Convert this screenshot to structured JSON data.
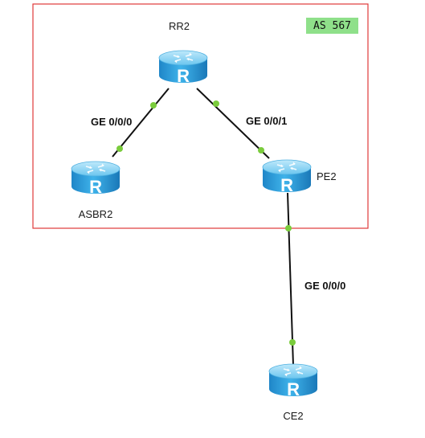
{
  "as_area": {
    "label": "AS 567",
    "border_color": "#e03a3a",
    "badge_color": "#8fe08a"
  },
  "devices": {
    "rr2": {
      "label": "RR2",
      "type": "router-icon"
    },
    "asbr2": {
      "label": "ASBR2",
      "type": "router-icon"
    },
    "pe2": {
      "label": "PE2",
      "type": "router-icon"
    },
    "ce2": {
      "label": "CE2",
      "type": "router-icon"
    }
  },
  "router_glyph": "R",
  "links": {
    "rr2_asbr2": {
      "label": "GE 0/0/0"
    },
    "rr2_pe2": {
      "label": "GE 0/0/1"
    },
    "pe2_ce2": {
      "label": "GE 0/0/0"
    }
  },
  "colors": {
    "link": "#111111",
    "port_dot": "#7acc3c",
    "router_body": "#2fa3e0",
    "router_top": "#8fd6f5"
  }
}
